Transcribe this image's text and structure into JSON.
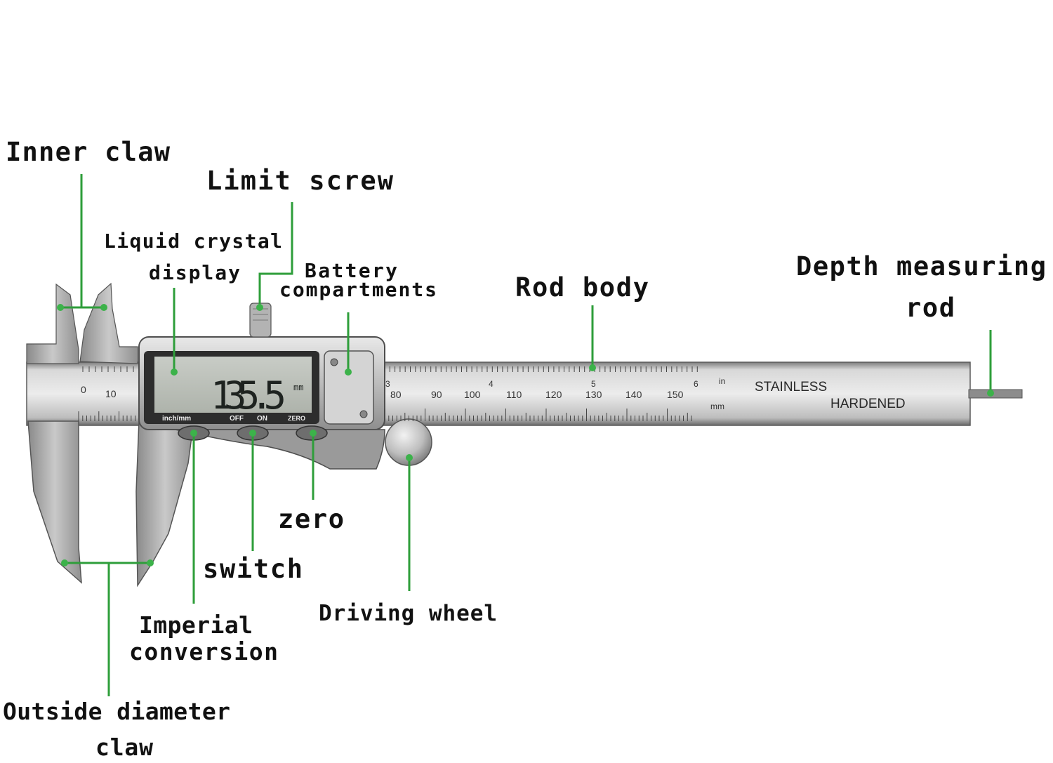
{
  "labels": {
    "inner_claw": "Inner claw",
    "limit_screw": "Limit screw",
    "lcd_line1": "Liquid crystal",
    "lcd_line2": "display",
    "battery_line1": "Battery",
    "battery_line2": "compartments",
    "rod_body": "Rod body",
    "depth_line1": "Depth measuring",
    "depth_line2": "rod",
    "zero": "zero",
    "switch": "switch",
    "driving_wheel": "Driving wheel",
    "imperial_line1": "Imperial",
    "imperial_line2": "conversion",
    "outside_line1": "Outside diameter",
    "outside_line2": "claw"
  },
  "device": {
    "reading": "135.5",
    "reading_unit": "mm",
    "btn_inch_mm": "inch/mm",
    "btn_off": "OFF",
    "btn_on": "ON",
    "btn_zero": "ZERO",
    "stamp_stainless": "STAINLESS",
    "stamp_hardened": "HARDENED",
    "unit_in": "in",
    "unit_mm": "mm",
    "mm_scale": [
      "0",
      "10",
      "80",
      "90",
      "100",
      "110",
      "120",
      "130",
      "140",
      "150"
    ],
    "in_scale": [
      "3",
      "4",
      "5",
      "6"
    ]
  },
  "colors": {
    "leader": "#2e9e3a",
    "dot": "#3cb24a"
  }
}
